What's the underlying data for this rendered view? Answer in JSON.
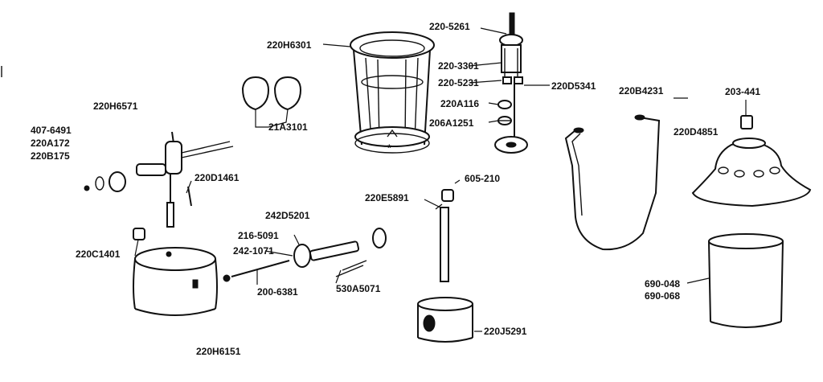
{
  "labels": {
    "l220H6301": "220H6301",
    "l220_5261": "220-5261",
    "l220_3301": "220-3301",
    "l220_5231": "220-5231",
    "l220D5341": "220D5341",
    "l220A116": "220A116",
    "l206A1251": "206A1251",
    "l21A3101": "21A3101",
    "l220H6571": "220H6571",
    "l407_6491": "407-6491",
    "l220A172": "220A172",
    "l220B175": "220B175",
    "l220D1461": "220D1461",
    "l220B4231": "220B4231",
    "l203_441": "203-441",
    "l220D4851": "220D4851",
    "l605_210": "605-210",
    "l220E5891": "220E5891",
    "l242D5201": "242D5201",
    "l216_5091": "216-5091",
    "l242_1071": "242-1071",
    "l220C1401": "220C1401",
    "l200_6381": "200-6381",
    "l530A5071": "530A5071",
    "l690_048": "690-048",
    "l690_068": "690-068",
    "l220J5291": "220J5291",
    "l220H6151": "220H6151"
  }
}
